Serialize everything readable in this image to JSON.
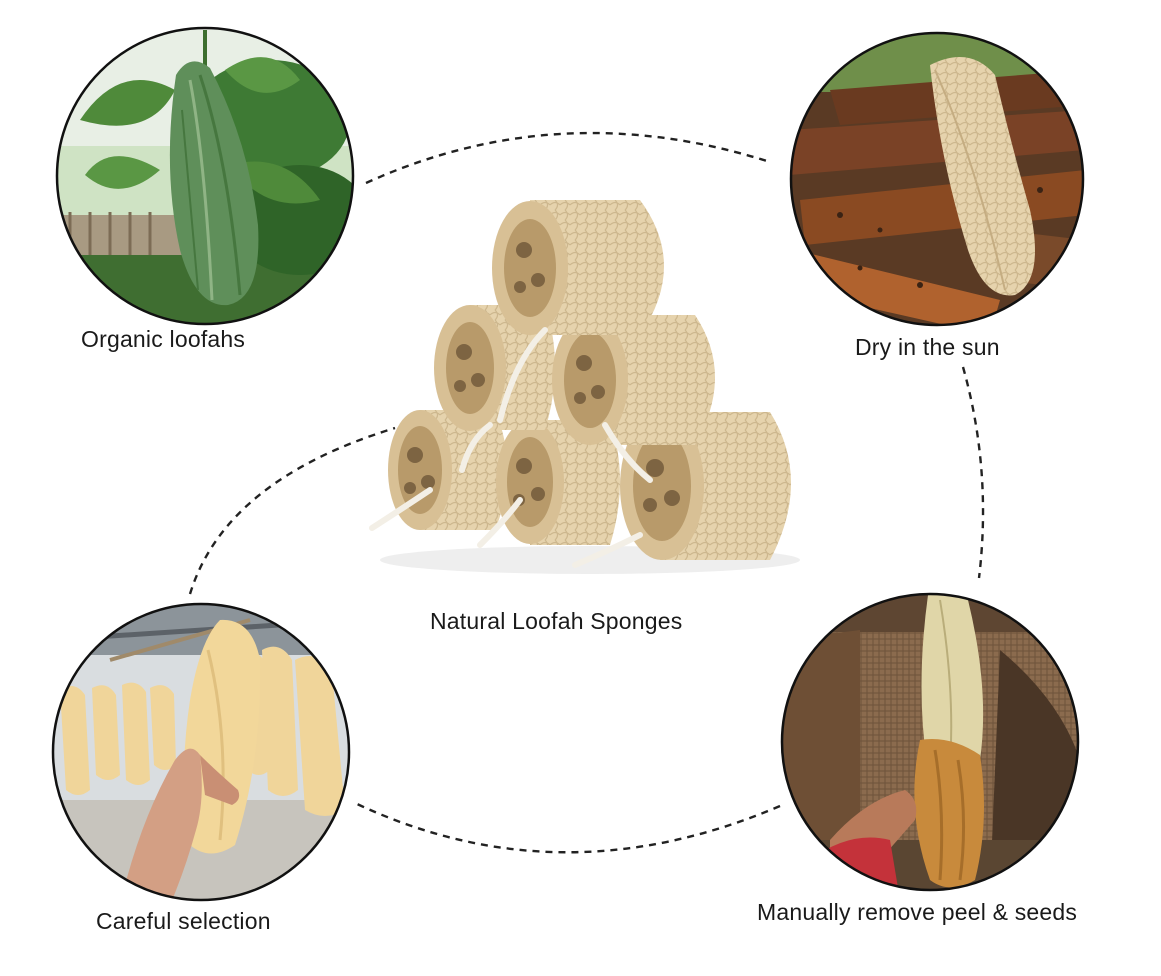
{
  "center": {
    "label": "Natural Loofah Sponges"
  },
  "steps": [
    {
      "id": "organic",
      "label": "Organic loofahs"
    },
    {
      "id": "sun",
      "label": "Dry in the sun"
    },
    {
      "id": "peel",
      "label": "Manually remove peel & seeds"
    },
    {
      "id": "selection",
      "label": "Careful selection"
    }
  ],
  "colors": {
    "connector": "#222222",
    "circle_border": "#111111",
    "sponge": "#e6d3ad",
    "sponge_shadow": "#c9b28a",
    "leaf": "#4f8a3a",
    "gourd": "#5f8f5a",
    "dried_pod": "#8a4a22",
    "burlap": "#8b6b4e",
    "sky": "#d9dde0"
  }
}
